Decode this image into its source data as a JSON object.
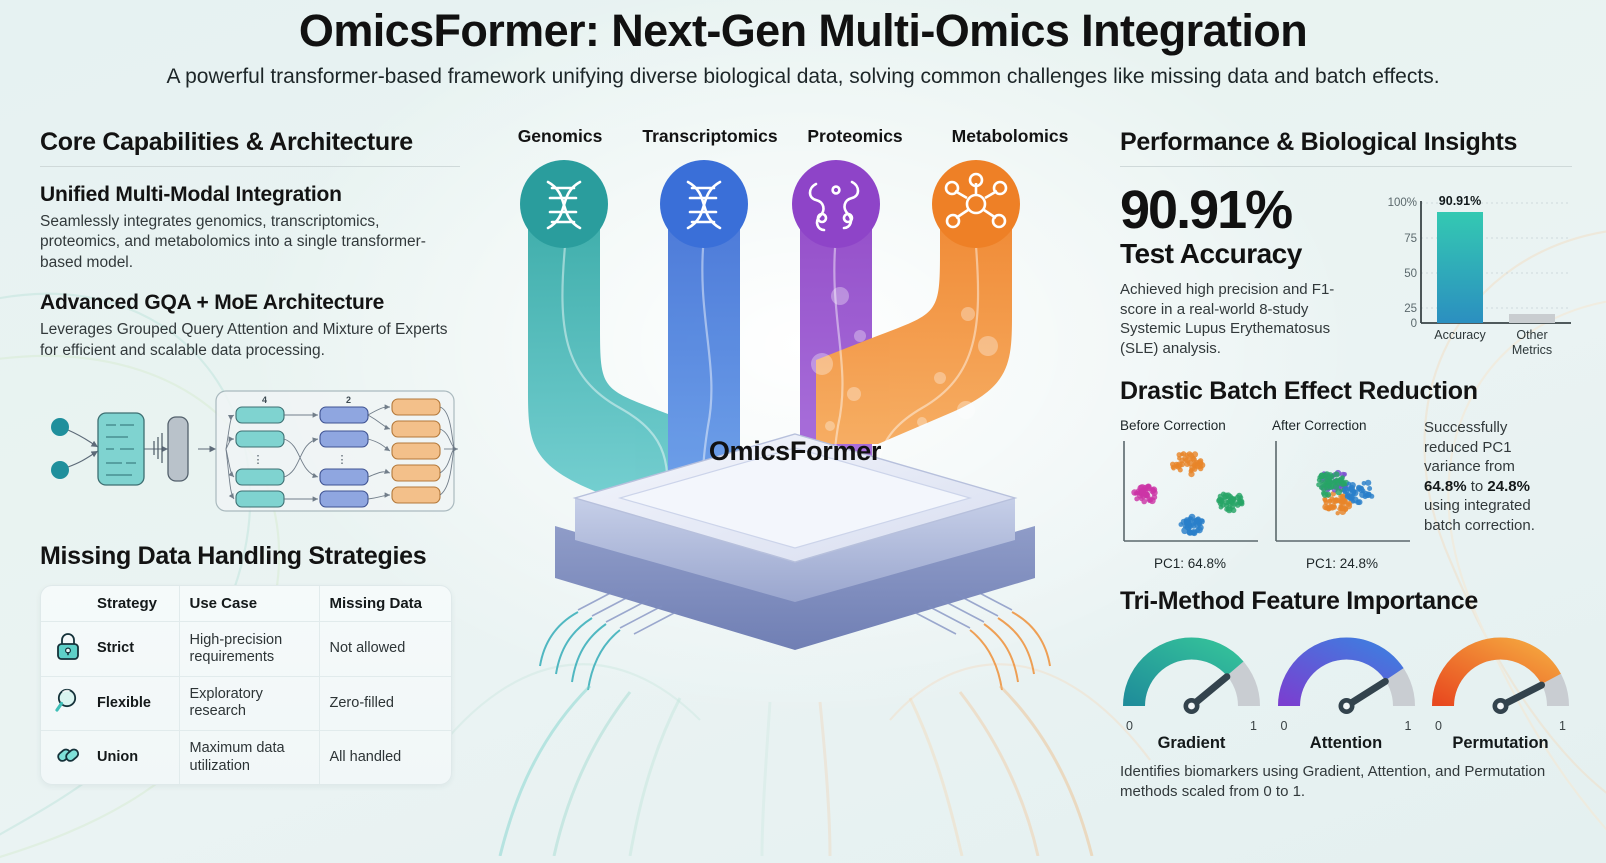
{
  "header": {
    "title": "OmicsFormer: Next-Gen Multi-Omics Integration",
    "subtitle": "A powerful transformer-based framework unifying diverse biological data, solving common challenges like missing data and batch effects."
  },
  "theme": {
    "background": "#e8f2f2",
    "teal": "#2a9d9d",
    "blue": "#3a6fd8",
    "purple": "#8e44c8",
    "orange": "#ee8026",
    "gray": "#c9cdd0",
    "ink": "#111111"
  },
  "left": {
    "section_title": "Core Capabilities & Architecture",
    "blocks": [
      {
        "title": "Unified Multi-Modal Integration",
        "body": "Seamlessly integrates genomics, transcriptomics, proteomics, and metabolomics into a single transformer-based model."
      },
      {
        "title": "Advanced GQA + MoE Architecture",
        "body": "Leverages Grouped Query Attention and Mixture of Experts for efficient and scalable data processing."
      }
    ],
    "architecture_diagram": {
      "name": "gqa-moe-architecture-diagram",
      "stage_labels": [
        "4",
        "2"
      ]
    },
    "table_title": "Missing Data Handling Strategies",
    "table": {
      "columns": [
        "",
        "Strategy",
        "Use Case",
        "Missing Data"
      ],
      "rows": [
        {
          "icon": "lock-icon",
          "strategy": "Strict",
          "use_case": "High-precision requirements",
          "missing_data": "Not allowed"
        },
        {
          "icon": "magnifier-icon",
          "strategy": "Flexible",
          "use_case": "Exploratory research",
          "missing_data": "Zero-filled"
        },
        {
          "icon": "link-icon",
          "strategy": "Union",
          "use_case": "Maximum data utilization",
          "missing_data": "All handled"
        }
      ]
    }
  },
  "center": {
    "chip_label": "OmicsFormer",
    "omics": [
      {
        "label": "Genomics",
        "icon": "dna-helix-icon",
        "color": "#2a9d9d"
      },
      {
        "label": "Transcriptomics",
        "icon": "rna-helix-icon",
        "color": "#3a6fd8"
      },
      {
        "label": "Proteomics",
        "icon": "protein-fold-icon",
        "color": "#8e44c8"
      },
      {
        "label": "Metabolomics",
        "icon": "molecule-node-icon",
        "color": "#ee8026"
      }
    ]
  },
  "right": {
    "section_title": "Performance & Biological Insights",
    "accuracy": {
      "value": "90.91%",
      "label": "Test Accuracy",
      "description": "Achieved high precision and F1-score in a real-world 8-study Systemic Lupus Erythematosus (SLE) analysis."
    },
    "batch": {
      "title": "Drastic Batch Effect Reduction",
      "before_caption": "Before Correction",
      "after_caption": "After Correction",
      "before_pc1": "PC1: 64.8%",
      "after_pc1": "PC1: 24.8%",
      "text_parts": {
        "lead": "Successfully reduced PC1 variance from ",
        "from": "64.8%",
        "mid": " to ",
        "to": "24.8%",
        "tail": " using integrated batch correction."
      }
    },
    "features": {
      "title": "Tri-Method Feature Importance",
      "gauges": [
        {
          "name": "Gradient",
          "min": "0",
          "max": "1",
          "value": 0.78,
          "color": "#2a9d9d"
        },
        {
          "name": "Attention",
          "min": "0",
          "max": "1",
          "value": 0.82,
          "color": "#3a6fd8"
        },
        {
          "name": "Permutation",
          "min": "0",
          "max": "1",
          "value": 0.85,
          "color": "#ee8026"
        }
      ],
      "footer": "Identifies biomarkers using Gradient, Attention, and Permutation methods scaled from 0 to 1."
    }
  },
  "chart_data": [
    {
      "type": "bar",
      "name": "test-accuracy-bar-chart",
      "title": "",
      "categories": [
        "Accuracy",
        "Other Metrics"
      ],
      "values": [
        90.91,
        7
      ],
      "data_labels": [
        "90.91%",
        ""
      ],
      "xlabel": "",
      "ylabel": "",
      "ylim": [
        0,
        100
      ],
      "yticks": [
        0,
        25,
        50,
        75,
        100
      ],
      "ytick_labels": [
        "0",
        "25",
        "50",
        "75",
        "100%"
      ],
      "grid": true,
      "legend": "none",
      "colors": [
        "#2ec0ae",
        "#c9cdd0"
      ]
    },
    {
      "type": "scatter",
      "name": "pca-before-correction",
      "title": "Before Correction",
      "annotation": "PC1: 64.8%",
      "xlabel": "PC1",
      "ylabel": "PC2",
      "grid": false,
      "legend": "none",
      "clusters": [
        {
          "name": "batch-1",
          "color": "#e8852a",
          "center": [
            0.46,
            0.78
          ],
          "spread": 0.12,
          "n": 40
        },
        {
          "name": "batch-2",
          "color": "#cc34a6",
          "center": [
            0.14,
            0.46
          ],
          "spread": 0.09,
          "n": 35
        },
        {
          "name": "batch-3",
          "color": "#27a567",
          "center": [
            0.8,
            0.38
          ],
          "spread": 0.1,
          "n": 40
        },
        {
          "name": "batch-4",
          "color": "#2a7fc9",
          "center": [
            0.5,
            0.13
          ],
          "spread": 0.09,
          "n": 38
        }
      ]
    },
    {
      "type": "scatter",
      "name": "pca-after-correction",
      "title": "After Correction",
      "annotation": "PC1: 24.8%",
      "xlabel": "PC1",
      "ylabel": "PC2",
      "grid": false,
      "legend": "none",
      "clusters": [
        {
          "name": "batch-1",
          "color": "#e8852a",
          "center": [
            0.45,
            0.36
          ],
          "spread": 0.11,
          "n": 40
        },
        {
          "name": "batch-2",
          "color": "#7a4fd0",
          "center": [
            0.42,
            0.6
          ],
          "spread": 0.11,
          "n": 35
        },
        {
          "name": "batch-3",
          "color": "#27a567",
          "center": [
            0.4,
            0.56
          ],
          "spread": 0.12,
          "n": 40
        },
        {
          "name": "batch-4",
          "color": "#2a7fc9",
          "center": [
            0.62,
            0.48
          ],
          "spread": 0.12,
          "n": 38
        }
      ]
    },
    {
      "type": "gauge",
      "name": "feature-importance-gauges",
      "title": "Tri-Method Feature Importance",
      "categories": [
        "Gradient",
        "Attention",
        "Permutation"
      ],
      "values": [
        0.78,
        0.82,
        0.85
      ],
      "ylim": [
        0,
        1
      ],
      "grid": false,
      "legend": "none",
      "colors": [
        "#2a9d9d",
        "#3a6fd8",
        "#ee8026"
      ]
    }
  ]
}
